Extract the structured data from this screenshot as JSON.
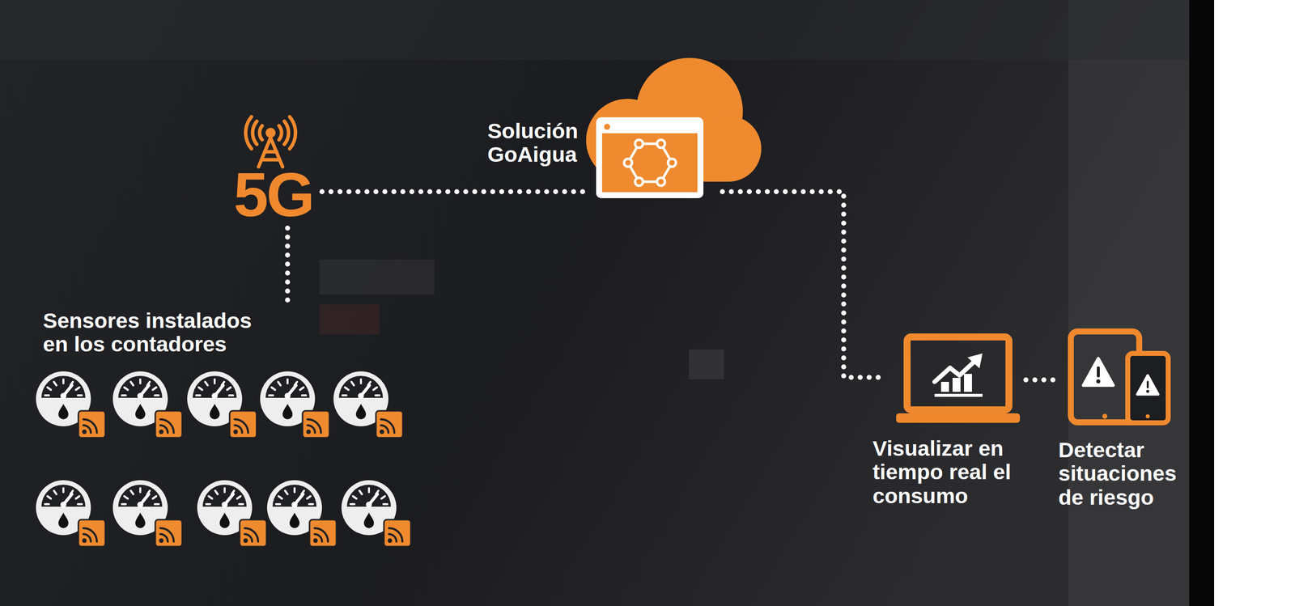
{
  "diagram": {
    "nodes": [
      {
        "text": [
          "5G"
        ]
      },
      {
        "text": [
          "Solución GoAigua"
        ]
      },
      {
        "text": [
          "Sensores instalados en los contadores"
        ]
      },
      {
        "text": [
          "Visualizar en tiempo real el consumo"
        ]
      },
      {
        "text": [
          "Detectar situaciones de riesgo"
        ]
      }
    ],
    "edges": [
      {
        "from": 2,
        "to": 0,
        "arrow": "none"
      },
      {
        "from": 0,
        "to": 1,
        "arrow": "none"
      },
      {
        "from": 1,
        "to": 3,
        "arrow": "none"
      },
      {
        "from": 3,
        "to": 4,
        "arrow": "none"
      }
    ]
  }
}
